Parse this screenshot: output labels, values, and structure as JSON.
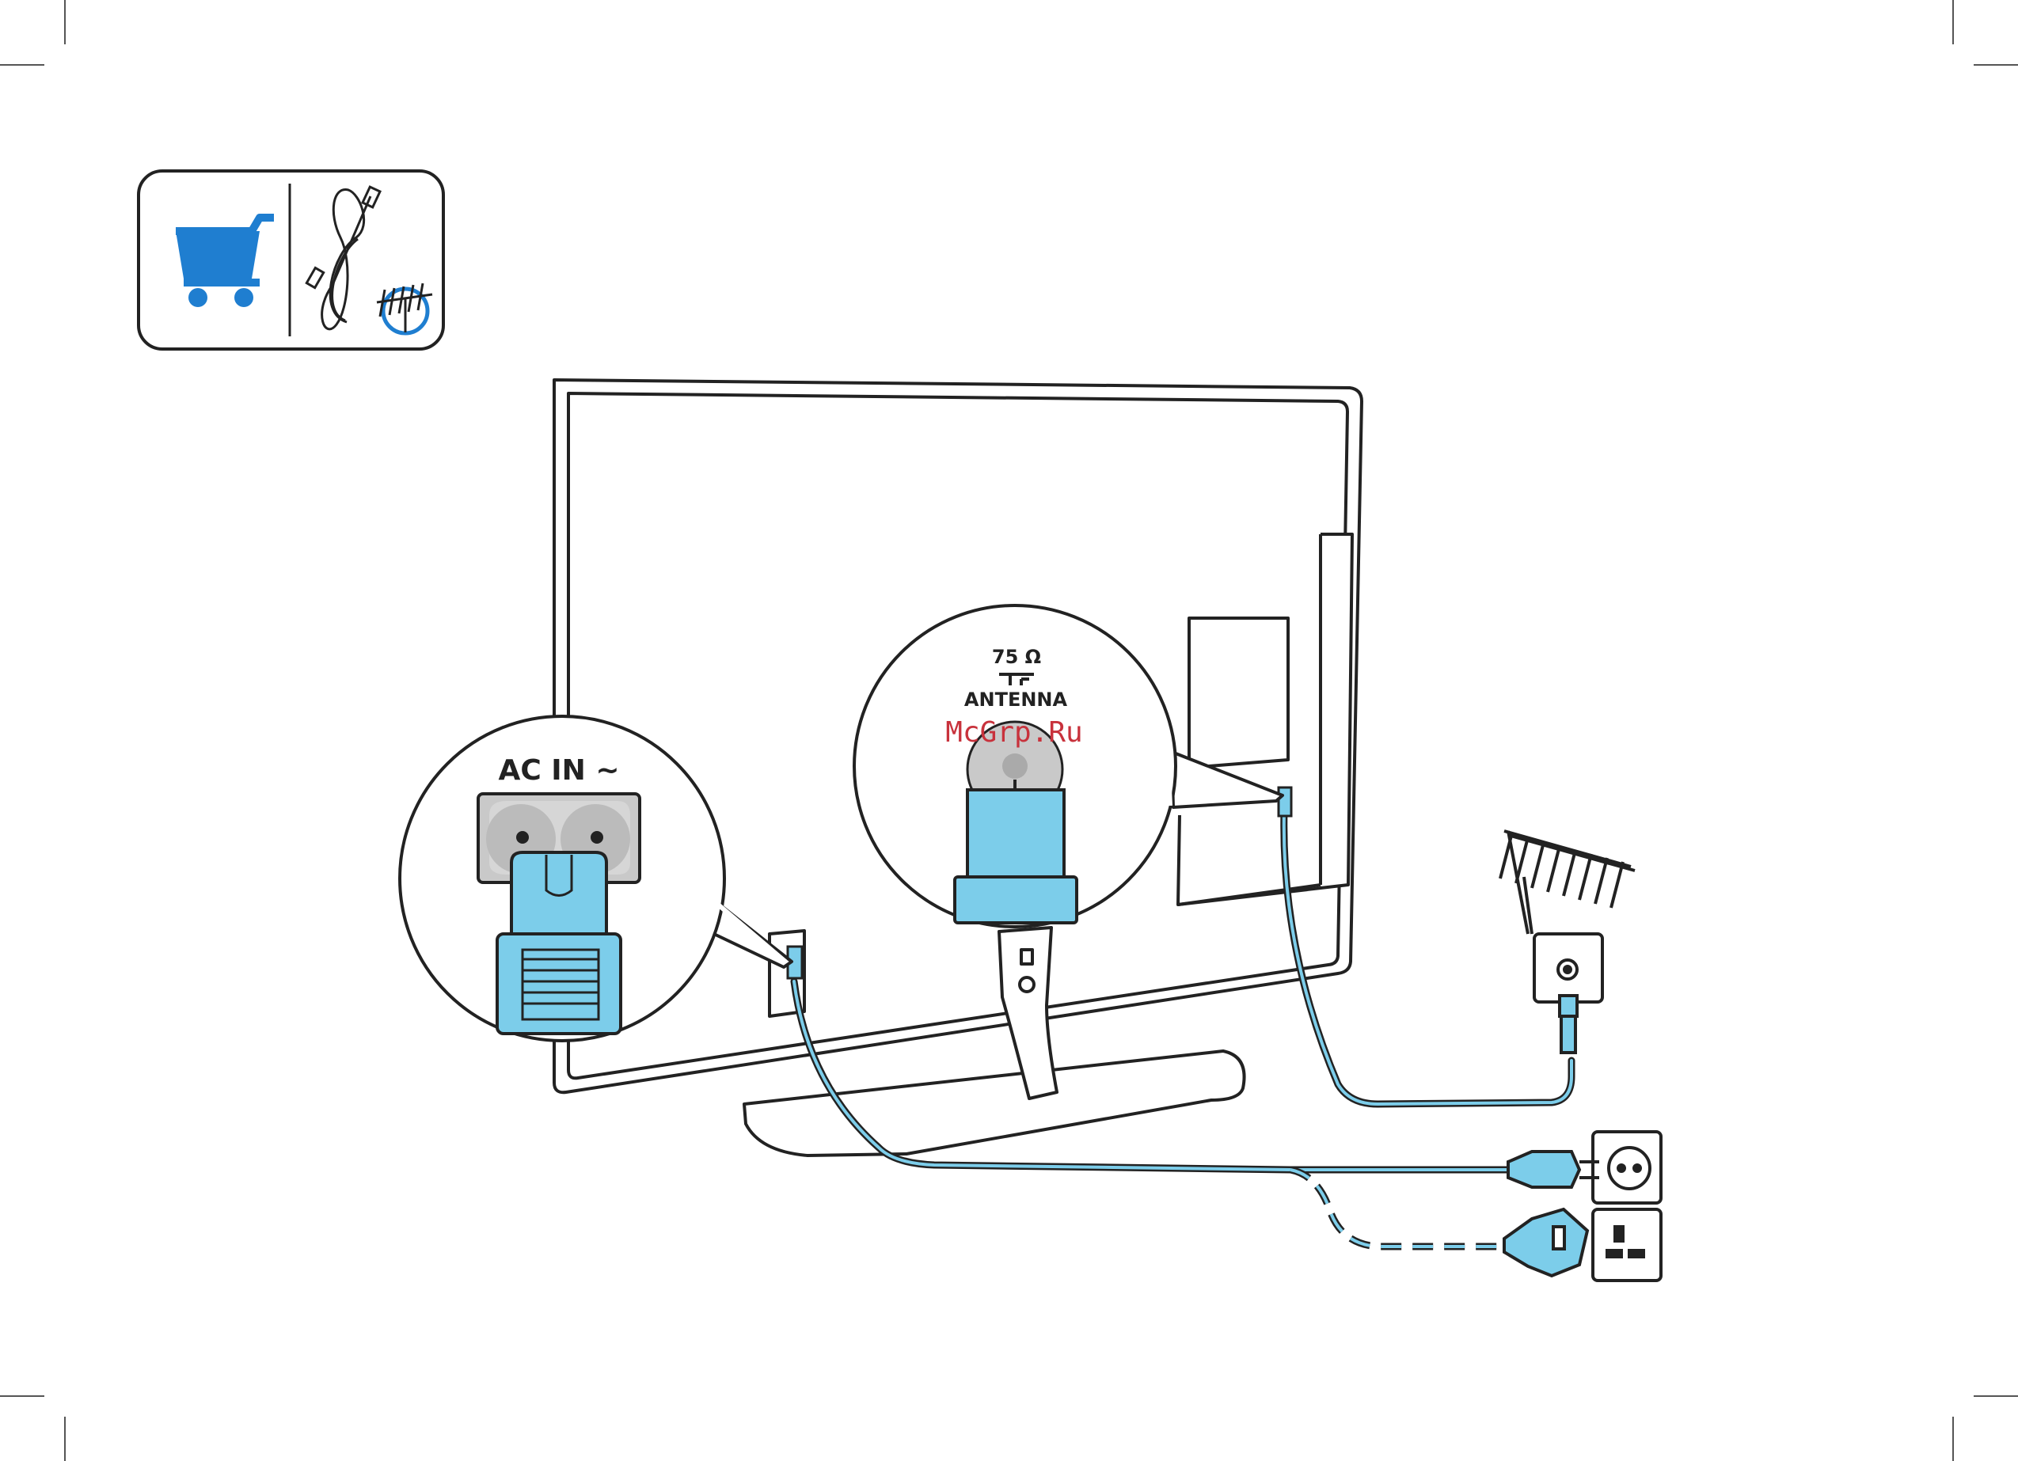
{
  "labels": {
    "ac_in": "AC IN ~",
    "antenna_impedance": "75 Ω",
    "antenna": "ANTENNA",
    "watermark": "McGrp.Ru"
  },
  "icons": {
    "cart": "shopping-cart-icon",
    "cable": "coax-cable-icon",
    "antenna": "antenna-icon"
  },
  "colors": {
    "accent": "#7ccdea",
    "cart_blue": "#1f7ed0",
    "outline": "#222222",
    "socket_grey": "#c9c9c9",
    "watermark_red": "#c8323c"
  }
}
